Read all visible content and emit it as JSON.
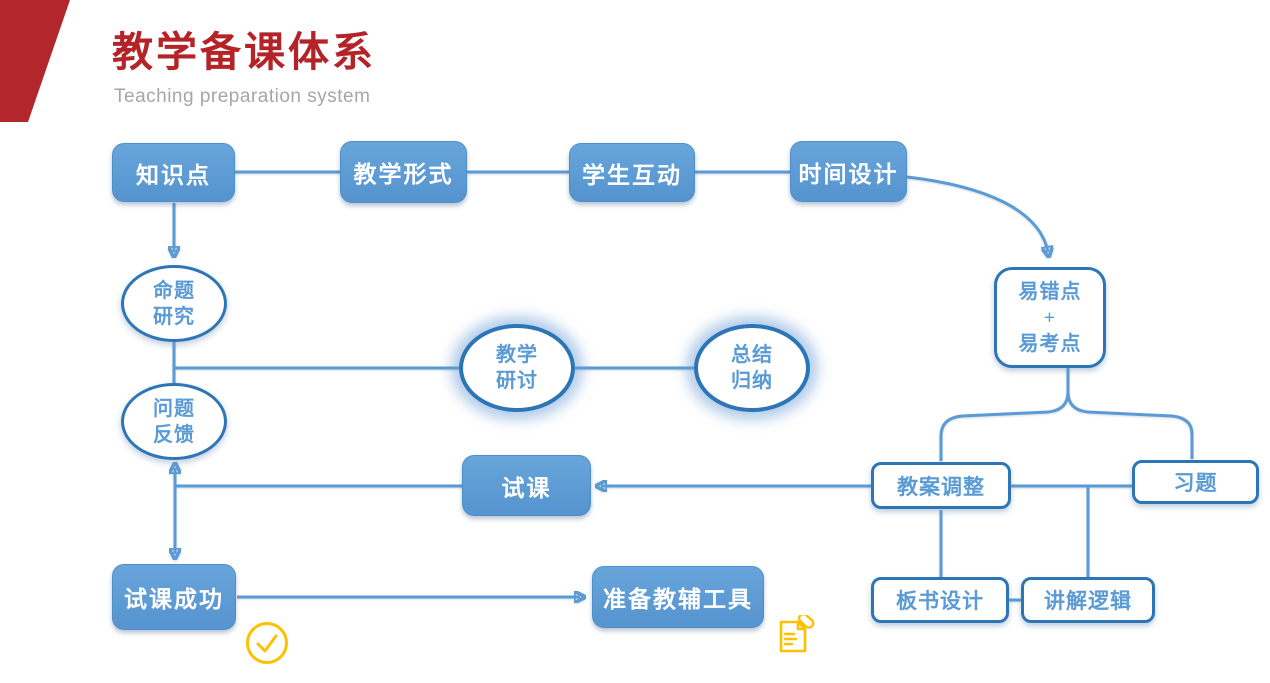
{
  "header": {
    "title": "教学备课体系",
    "subtitle": "Teaching preparation system"
  },
  "nodes": {
    "knowledge_point": "知识点",
    "teaching_form": "教学形式",
    "student_interaction": "学生互动",
    "time_design": "时间设计",
    "topic_research": "命题\n研究",
    "problem_feedback": "问题\n反馈",
    "teaching_seminar": "教学\n研讨",
    "summary_induction": "总结\n归纳",
    "error_exam_points": "易错点\n+\n易考点",
    "lesson_plan_adjustment": "教案调整",
    "exercises": "习题",
    "trial_lesson": "试课",
    "board_writing_design": "板书设计",
    "explanation_logic": "讲解逻辑",
    "trial_lesson_success": "试课成功",
    "prepare_teaching_aids": "准备教辅工具"
  },
  "icons": {
    "check": "check-circle-icon",
    "document": "document-attachment-icon"
  },
  "colors": {
    "node_fill_blue": "#5B9BD5",
    "node_border_blue": "#2E75B6",
    "connector_blue": "#5B9BD5",
    "title_red": "#B42328",
    "corner_red": "#B2262C",
    "subtitle_gray": "#A6A6A6",
    "icon_yellow": "#FFC000"
  }
}
